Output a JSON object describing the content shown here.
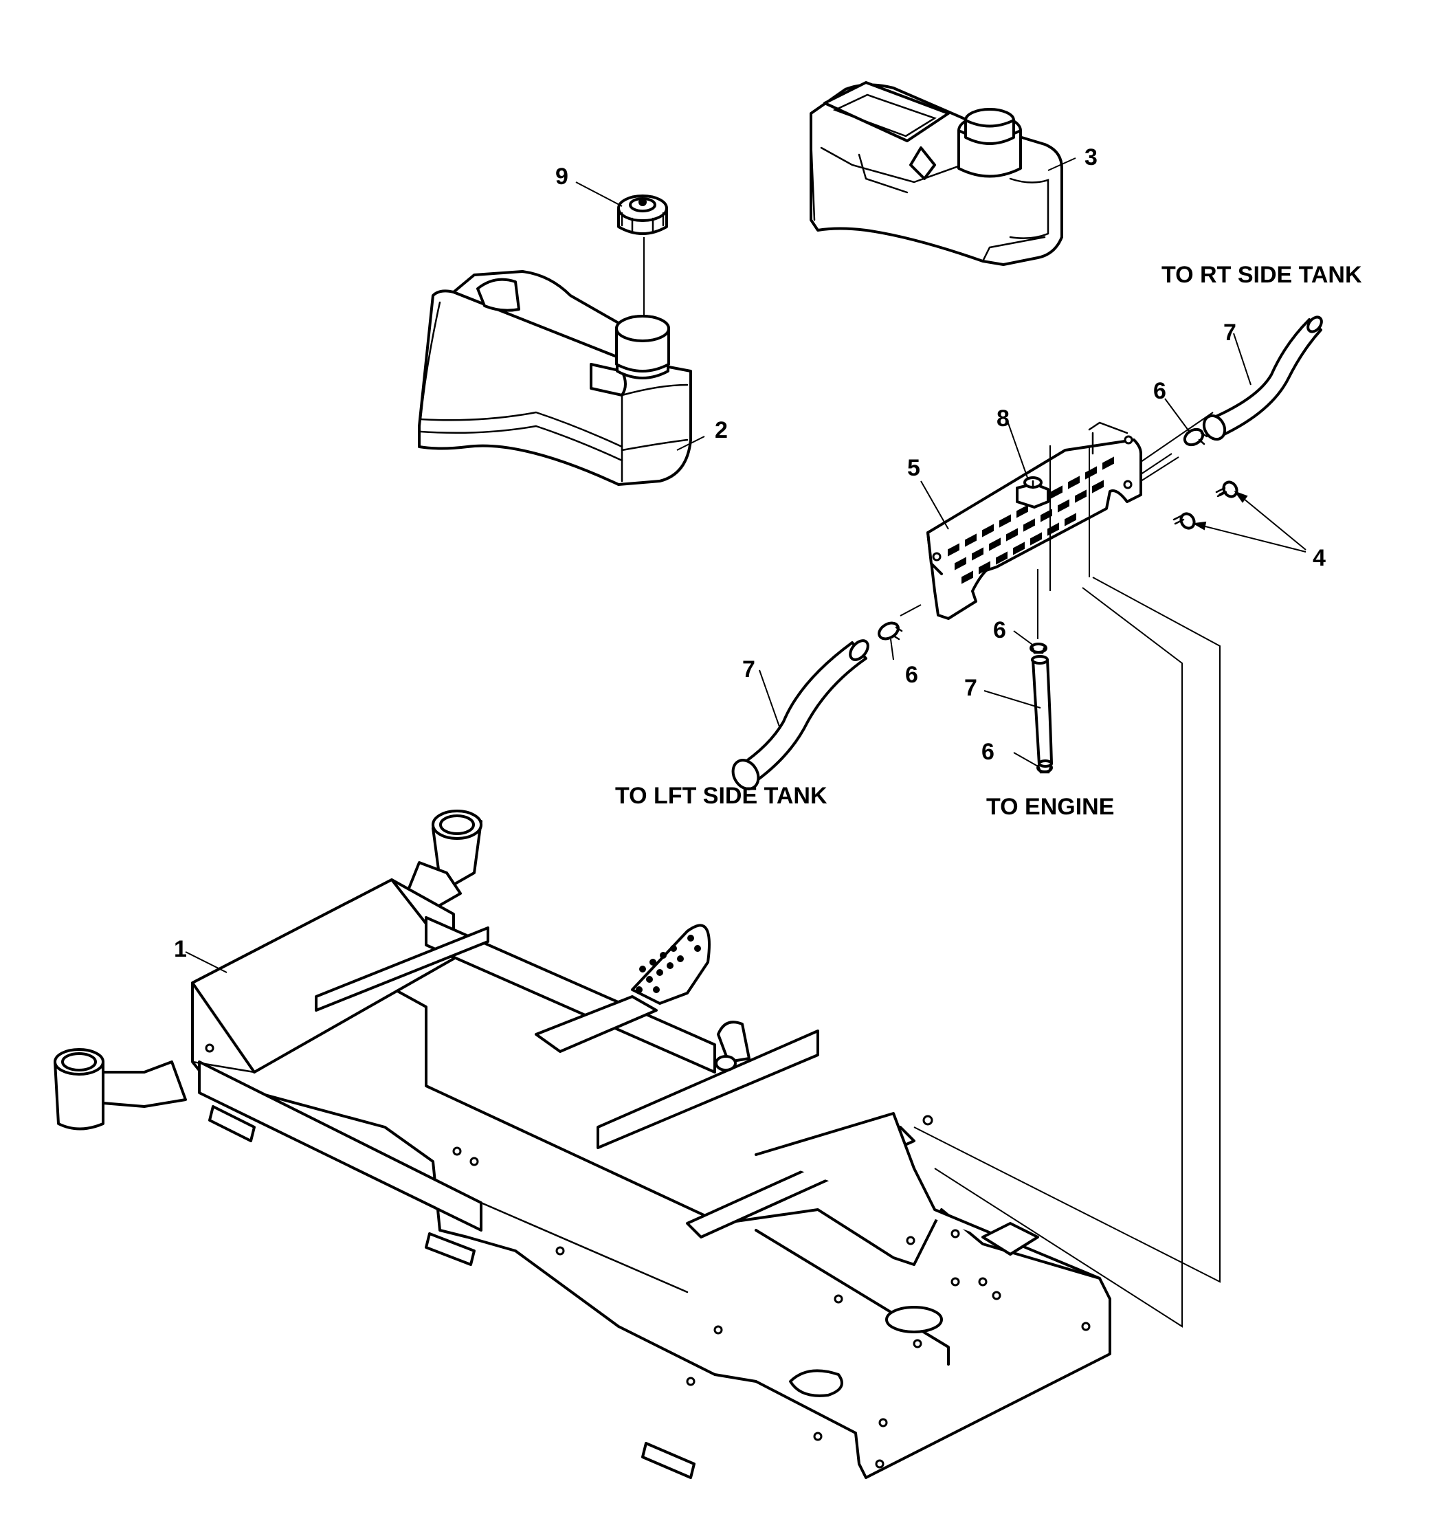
{
  "callouts": {
    "c1": "1",
    "c2": "2",
    "c3": "3",
    "c4": "4",
    "c5": "5",
    "c6a": "6",
    "c6b": "6",
    "c6c": "6",
    "c6d": "6",
    "c7a": "7",
    "c7b": "7",
    "c7c": "7",
    "c8": "8",
    "c9": "9"
  },
  "notes": {
    "rt_tank": "TO RT SIDE TANK",
    "lft_tank": "TO LFT SIDE TANK",
    "engine": "TO ENGINE"
  }
}
